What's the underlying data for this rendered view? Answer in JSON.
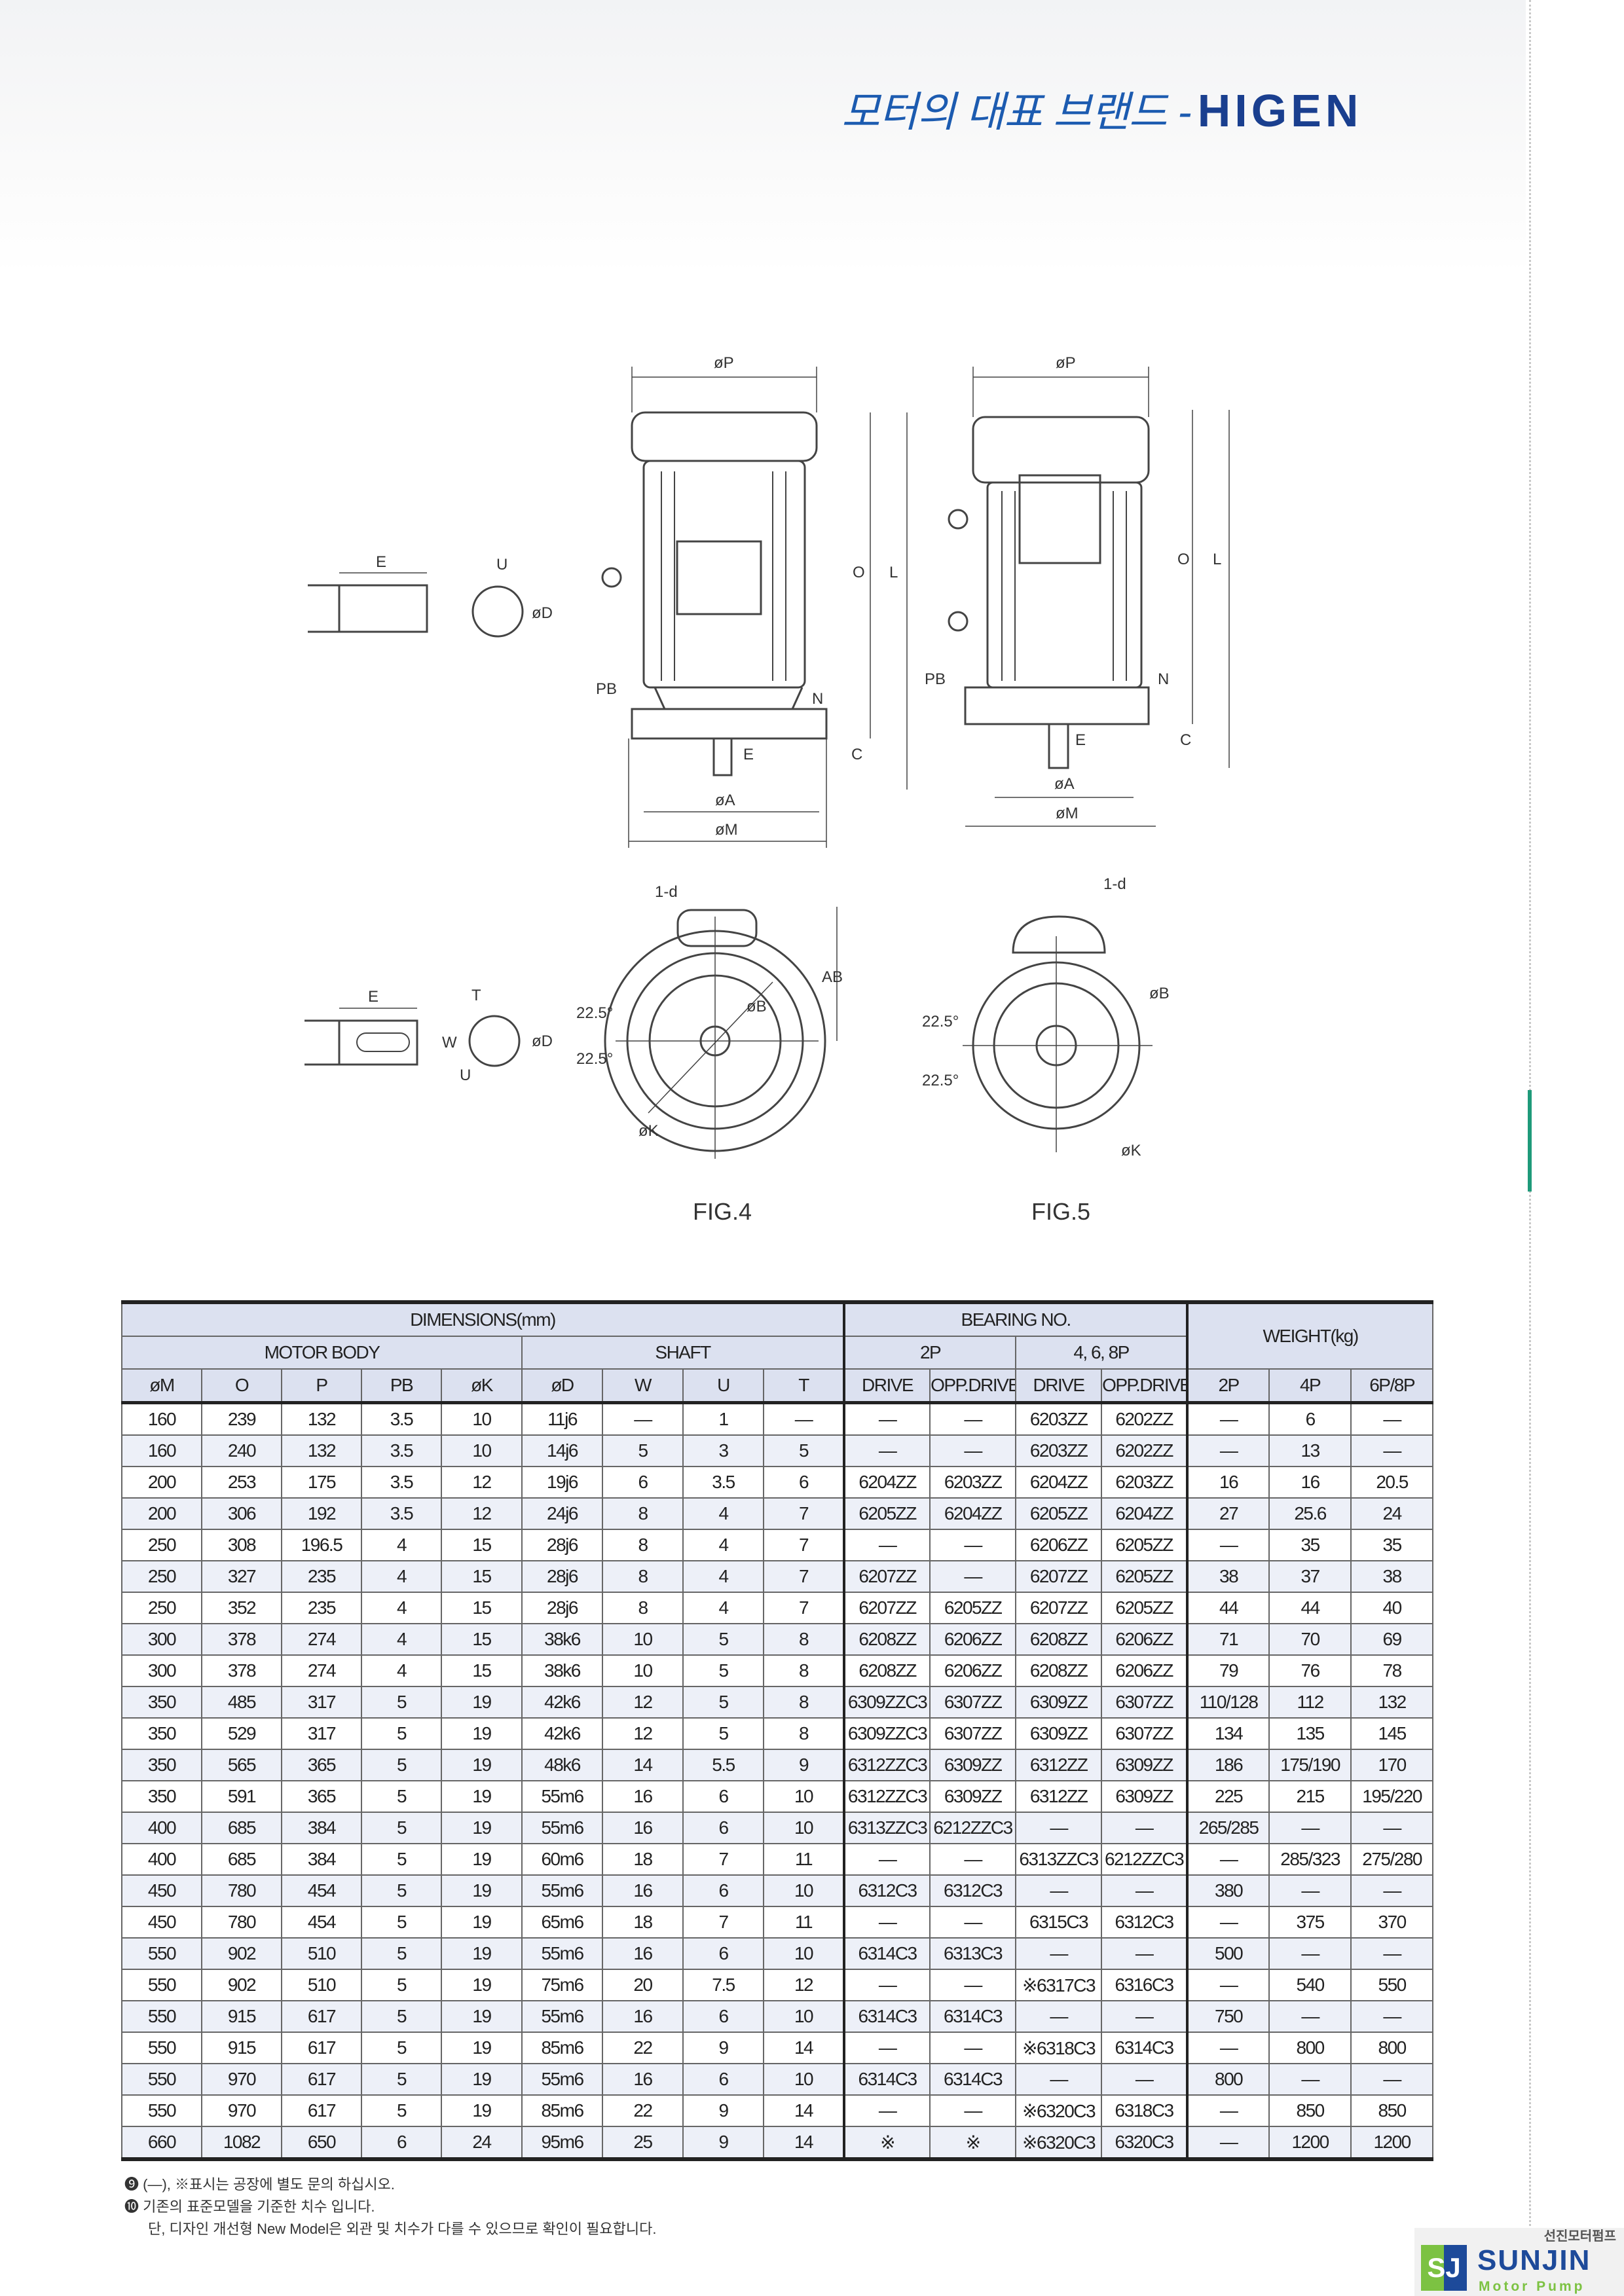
{
  "header": {
    "title": "모터의 대표 브랜드 -",
    "brand": "HIGEN"
  },
  "figures": {
    "fig4_label": "FIG.4",
    "fig5_label": "FIG.5",
    "labels": {
      "P": "øP",
      "O": "O",
      "L": "L",
      "PB": "PB",
      "N": "N",
      "E": "E",
      "C": "C",
      "A": "øA",
      "M": "øM",
      "U": "U",
      "D": "øD",
      "T": "T",
      "W": "W",
      "d": "1-d",
      "AB": "AB",
      "B": "øB",
      "K": "øK",
      "angle": "22.5°"
    }
  },
  "table": {
    "group_headers": {
      "dimensions": "DIMENSIONS(mm)",
      "bearing": "BEARING NO.",
      "weight": "WEIGHT(kg)"
    },
    "sub_headers": {
      "motor_body": "MOTOR BODY",
      "shaft": "SHAFT",
      "bearing_2p": "2P",
      "bearing_468p": "4, 6, 8P"
    },
    "columns": [
      "øM",
      "O",
      "P",
      "PB",
      "øK",
      "øD",
      "W",
      "U",
      "T",
      "DRIVE",
      "OPP.DRIVE",
      "DRIVE",
      "OPP.DRIVE",
      "2P",
      "4P",
      "6P/8P"
    ],
    "rows": [
      [
        "160",
        "239",
        "132",
        "3.5",
        "10",
        "11j6",
        "—",
        "1",
        "—",
        "—",
        "—",
        "6203ZZ",
        "6202ZZ",
        "—",
        "6",
        "—"
      ],
      [
        "160",
        "240",
        "132",
        "3.5",
        "10",
        "14j6",
        "5",
        "3",
        "5",
        "—",
        "—",
        "6203ZZ",
        "6202ZZ",
        "—",
        "13",
        "—"
      ],
      [
        "200",
        "253",
        "175",
        "3.5",
        "12",
        "19j6",
        "6",
        "3.5",
        "6",
        "6204ZZ",
        "6203ZZ",
        "6204ZZ",
        "6203ZZ",
        "16",
        "16",
        "20.5"
      ],
      [
        "200",
        "306",
        "192",
        "3.5",
        "12",
        "24j6",
        "8",
        "4",
        "7",
        "6205ZZ",
        "6204ZZ",
        "6205ZZ",
        "6204ZZ",
        "27",
        "25.6",
        "24"
      ],
      [
        "250",
        "308",
        "196.5",
        "4",
        "15",
        "28j6",
        "8",
        "4",
        "7",
        "—",
        "—",
        "6206ZZ",
        "6205ZZ",
        "—",
        "35",
        "35"
      ],
      [
        "250",
        "327",
        "235",
        "4",
        "15",
        "28j6",
        "8",
        "4",
        "7",
        "6207ZZ",
        "—",
        "6207ZZ",
        "6205ZZ",
        "38",
        "37",
        "38"
      ],
      [
        "250",
        "352",
        "235",
        "4",
        "15",
        "28j6",
        "8",
        "4",
        "7",
        "6207ZZ",
        "6205ZZ",
        "6207ZZ",
        "6205ZZ",
        "44",
        "44",
        "40"
      ],
      [
        "300",
        "378",
        "274",
        "4",
        "15",
        "38k6",
        "10",
        "5",
        "8",
        "6208ZZ",
        "6206ZZ",
        "6208ZZ",
        "6206ZZ",
        "71",
        "70",
        "69"
      ],
      [
        "300",
        "378",
        "274",
        "4",
        "15",
        "38k6",
        "10",
        "5",
        "8",
        "6208ZZ",
        "6206ZZ",
        "6208ZZ",
        "6206ZZ",
        "79",
        "76",
        "78"
      ],
      [
        "350",
        "485",
        "317",
        "5",
        "19",
        "42k6",
        "12",
        "5",
        "8",
        "6309ZZC3",
        "6307ZZ",
        "6309ZZ",
        "6307ZZ",
        "110/128",
        "112",
        "132"
      ],
      [
        "350",
        "529",
        "317",
        "5",
        "19",
        "42k6",
        "12",
        "5",
        "8",
        "6309ZZC3",
        "6307ZZ",
        "6309ZZ",
        "6307ZZ",
        "134",
        "135",
        "145"
      ],
      [
        "350",
        "565",
        "365",
        "5",
        "19",
        "48k6",
        "14",
        "5.5",
        "9",
        "6312ZZC3",
        "6309ZZ",
        "6312ZZ",
        "6309ZZ",
        "186",
        "175/190",
        "170"
      ],
      [
        "350",
        "591",
        "365",
        "5",
        "19",
        "55m6",
        "16",
        "6",
        "10",
        "6312ZZC3",
        "6309ZZ",
        "6312ZZ",
        "6309ZZ",
        "225",
        "215",
        "195/220"
      ],
      [
        "400",
        "685",
        "384",
        "5",
        "19",
        "55m6",
        "16",
        "6",
        "10",
        "6313ZZC3",
        "6212ZZC3",
        "—",
        "—",
        "265/285",
        "—",
        "—"
      ],
      [
        "400",
        "685",
        "384",
        "5",
        "19",
        "60m6",
        "18",
        "7",
        "11",
        "—",
        "—",
        "6313ZZC3",
        "6212ZZC3",
        "—",
        "285/323",
        "275/280"
      ],
      [
        "450",
        "780",
        "454",
        "5",
        "19",
        "55m6",
        "16",
        "6",
        "10",
        "6312C3",
        "6312C3",
        "—",
        "—",
        "380",
        "—",
        "—"
      ],
      [
        "450",
        "780",
        "454",
        "5",
        "19",
        "65m6",
        "18",
        "7",
        "11",
        "—",
        "—",
        "6315C3",
        "6312C3",
        "—",
        "375",
        "370"
      ],
      [
        "550",
        "902",
        "510",
        "5",
        "19",
        "55m6",
        "16",
        "6",
        "10",
        "6314C3",
        "6313C3",
        "—",
        "—",
        "500",
        "—",
        "—"
      ],
      [
        "550",
        "902",
        "510",
        "5",
        "19",
        "75m6",
        "20",
        "7.5",
        "12",
        "—",
        "—",
        "※6317C3",
        "6316C3",
        "—",
        "540",
        "550"
      ],
      [
        "550",
        "915",
        "617",
        "5",
        "19",
        "55m6",
        "16",
        "6",
        "10",
        "6314C3",
        "6314C3",
        "—",
        "—",
        "750",
        "—",
        "—"
      ],
      [
        "550",
        "915",
        "617",
        "5",
        "19",
        "85m6",
        "22",
        "9",
        "14",
        "—",
        "—",
        "※6318C3",
        "6314C3",
        "—",
        "800",
        "800"
      ],
      [
        "550",
        "970",
        "617",
        "5",
        "19",
        "55m6",
        "16",
        "6",
        "10",
        "6314C3",
        "6314C3",
        "—",
        "—",
        "800",
        "—",
        "—"
      ],
      [
        "550",
        "970",
        "617",
        "5",
        "19",
        "85m6",
        "22",
        "9",
        "14",
        "—",
        "—",
        "※6320C3",
        "6318C3",
        "—",
        "850",
        "850"
      ],
      [
        "660",
        "1082",
        "650",
        "6",
        "24",
        "95m6",
        "25",
        "9",
        "14",
        "※",
        "※",
        "※6320C3",
        "6320C3",
        "—",
        "1200",
        "1200"
      ]
    ]
  },
  "notes": [
    "❾ (—), ※표시는  공장에 별도 문의 하십시오.",
    "❿ 기존의 표준모델을 기준한 치수 입니다.",
    "단, 디자인 개선형 New Model은 외관 및 치수가 다를 수 있으므로 확인이 필요합니다."
  ],
  "logo": {
    "korean": "선진모터펌프",
    "initials": "SJ",
    "name": "SUNJIN",
    "sub": "Motor Pump"
  },
  "colors": {
    "title": "#1c5bb0",
    "header_bg": "#dce1f0",
    "row_alt": "#edf0f8",
    "accent_green": "#1f9a7a"
  }
}
